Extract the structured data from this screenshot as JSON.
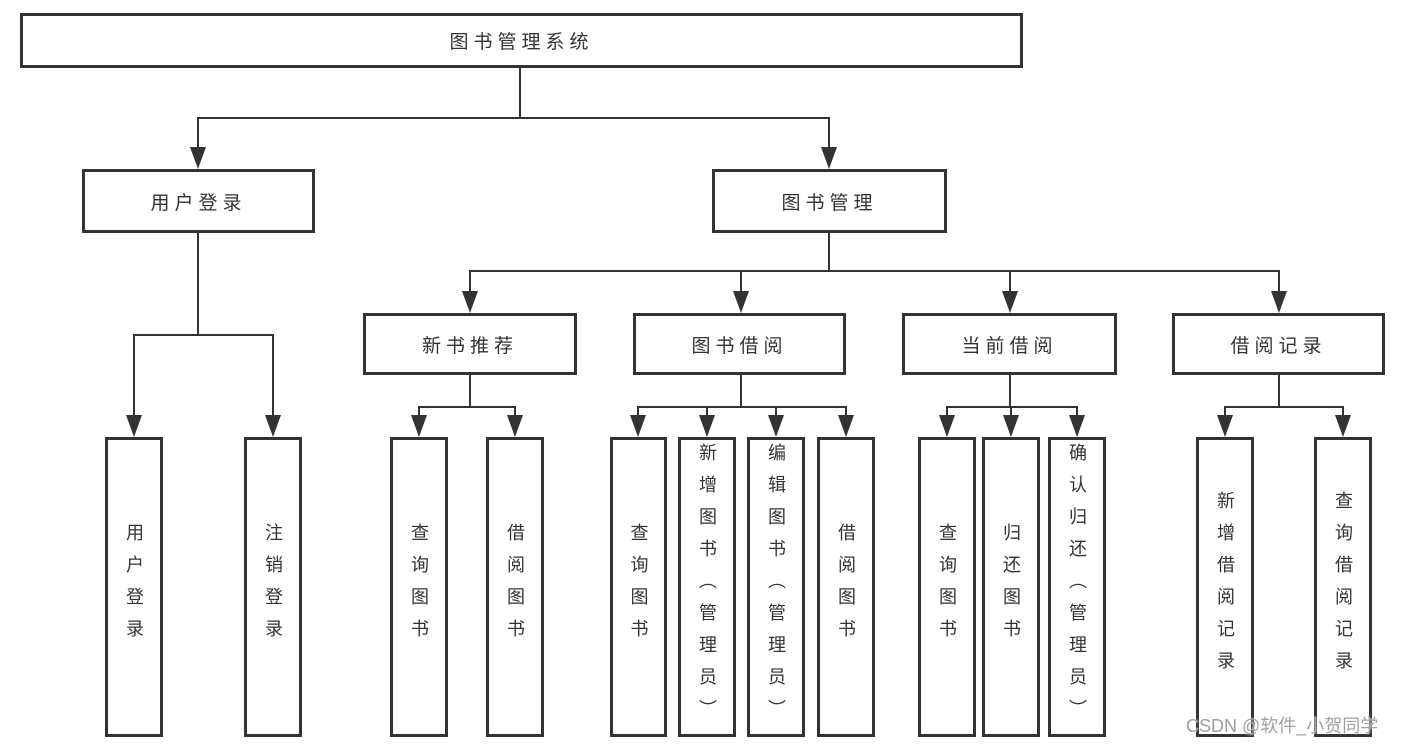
{
  "nodes": {
    "root": "图书管理系统",
    "user_login": "用户登录",
    "book_mgmt": "图书管理",
    "new_book_rec": "新书推荐",
    "book_borrow": "图书借阅",
    "current_borrow": "当前借阅",
    "borrow_records": "借阅记录",
    "leaf_user_login": "用户登录",
    "leaf_logout": "注销登录",
    "rec_query": "查询图书",
    "rec_borrow": "借阅图书",
    "bb_query": "查询图书",
    "bb_add": "新增图书（管理员）",
    "bb_edit": "编辑图书（管理员）",
    "bb_borrow": "借阅图书",
    "cb_query": "查询图书",
    "cb_return": "归还图书",
    "cb_confirm": "确认归还（管理员）",
    "br_add": "新增借阅记录",
    "br_query": "查询借阅记录"
  },
  "watermark": "CSDN @软件_小贺同学",
  "colors": {
    "line": "#333333",
    "text": "#333333",
    "background": "#ffffff",
    "watermark": "#a0a0a0"
  }
}
